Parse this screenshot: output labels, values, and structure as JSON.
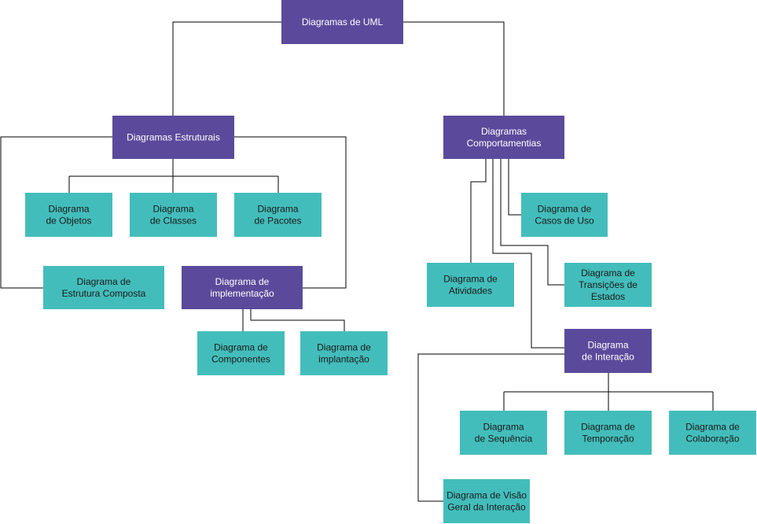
{
  "colors": {
    "purple": "#5b4a9b",
    "teal": "#43bdbb",
    "purple_text": "#ffffff",
    "teal_text": "#1a1a1a",
    "line": "#000000"
  },
  "nodes": {
    "uml": {
      "lines": [
        "Diagramas de UML"
      ],
      "color": "purple"
    },
    "estruturais": {
      "lines": [
        "Diagramas Estruturais"
      ],
      "color": "purple"
    },
    "comportamentais": {
      "lines": [
        "Diagramas",
        "Comportamentias"
      ],
      "color": "purple"
    },
    "objetos": {
      "lines": [
        "Diagrama",
        "de Objetos"
      ],
      "color": "teal"
    },
    "classes": {
      "lines": [
        "Diagrama",
        "de Classes"
      ],
      "color": "teal"
    },
    "pacotes": {
      "lines": [
        "Diagrama",
        "de Pacotes"
      ],
      "color": "teal"
    },
    "estrutura": {
      "lines": [
        "Diagrama de",
        "Estrutura Composta"
      ],
      "color": "teal"
    },
    "implementacao": {
      "lines": [
        "Diagrama de",
        "implementação"
      ],
      "color": "purple"
    },
    "componentes": {
      "lines": [
        "Diagrama de",
        "Componentes"
      ],
      "color": "teal"
    },
    "implantacao": {
      "lines": [
        "Diagrama de",
        "implantação"
      ],
      "color": "teal"
    },
    "casos_uso": {
      "lines": [
        "Diagrama de",
        "Casos de Uso"
      ],
      "color": "teal"
    },
    "atividades": {
      "lines": [
        "Diagrama de",
        "Atividades"
      ],
      "color": "teal"
    },
    "transicoes": {
      "lines": [
        "Diagrama de",
        "Transições de",
        "Estados"
      ],
      "color": "teal"
    },
    "interacao": {
      "lines": [
        "Diagrama",
        "de Interação"
      ],
      "color": "purple"
    },
    "sequencia": {
      "lines": [
        "Diagrama",
        "de Sequência"
      ],
      "color": "teal"
    },
    "temporacao": {
      "lines": [
        "Diagrama de",
        "Temporação"
      ],
      "color": "teal"
    },
    "colaboracao": {
      "lines": [
        "Diagrama de",
        "Colaboração"
      ],
      "color": "teal"
    },
    "visao_geral": {
      "lines": [
        "Diagrama de Visão",
        "Geral da Interação"
      ],
      "color": "teal"
    }
  }
}
